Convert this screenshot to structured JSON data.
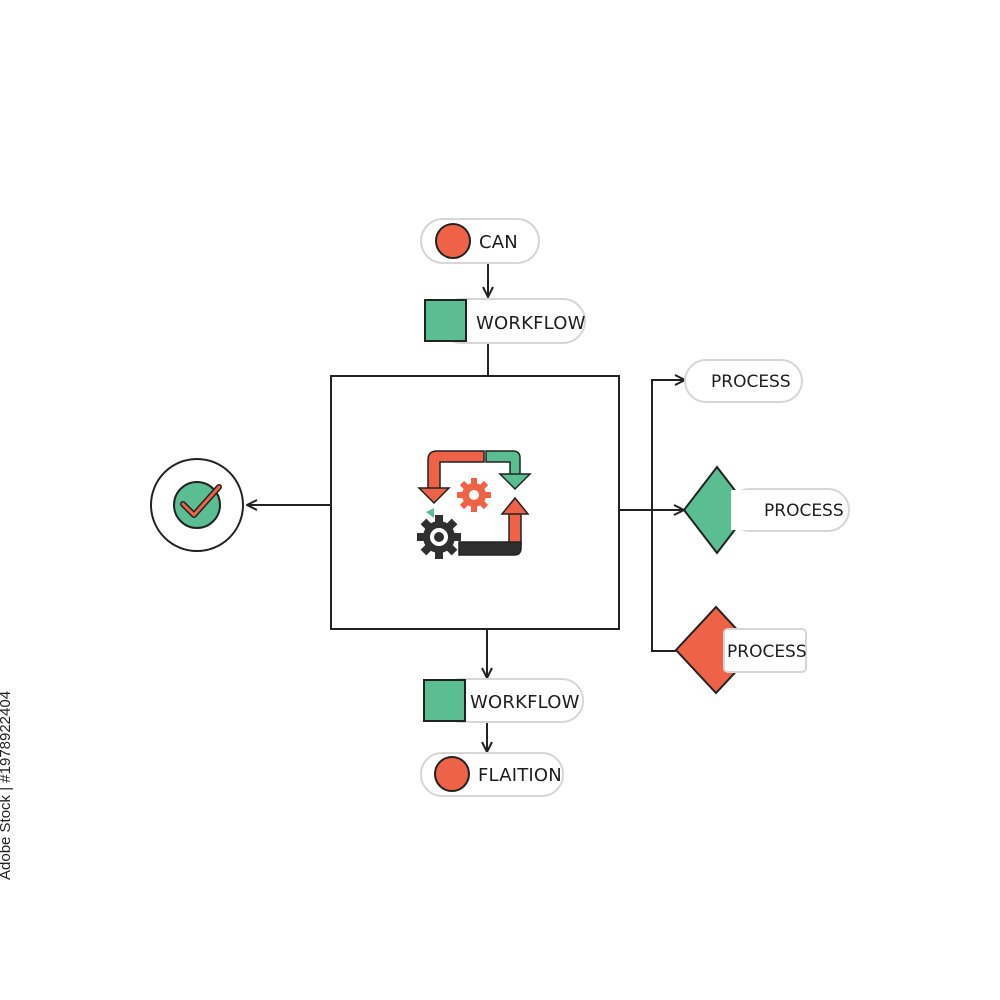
{
  "colors": {
    "red": "#ee6347",
    "green": "#5bbd92",
    "line": "#222222",
    "pill_border": "#d6d6d6"
  },
  "nodes": {
    "top_start": {
      "label": "CAN",
      "icon": "red-circle"
    },
    "top_step": {
      "label": "WORKFLOW",
      "icon": "green-square"
    },
    "center": {
      "icon": "workflow-gear-cycle-icon"
    },
    "left_result": {
      "icon": "check-circle-icon"
    },
    "right_1": {
      "label": "PROCESS"
    },
    "right_2": {
      "label": "PROCESS",
      "icon": "green-diamond"
    },
    "right_3": {
      "label": "PROCESS",
      "icon": "red-diamond"
    },
    "bottom_step": {
      "label": "WORKFLOW",
      "icon": "green-square"
    },
    "bottom_end": {
      "label": "FLAITION",
      "icon": "red-circle"
    }
  },
  "watermark": {
    "text": "Adobe Stock | #1978922404"
  }
}
